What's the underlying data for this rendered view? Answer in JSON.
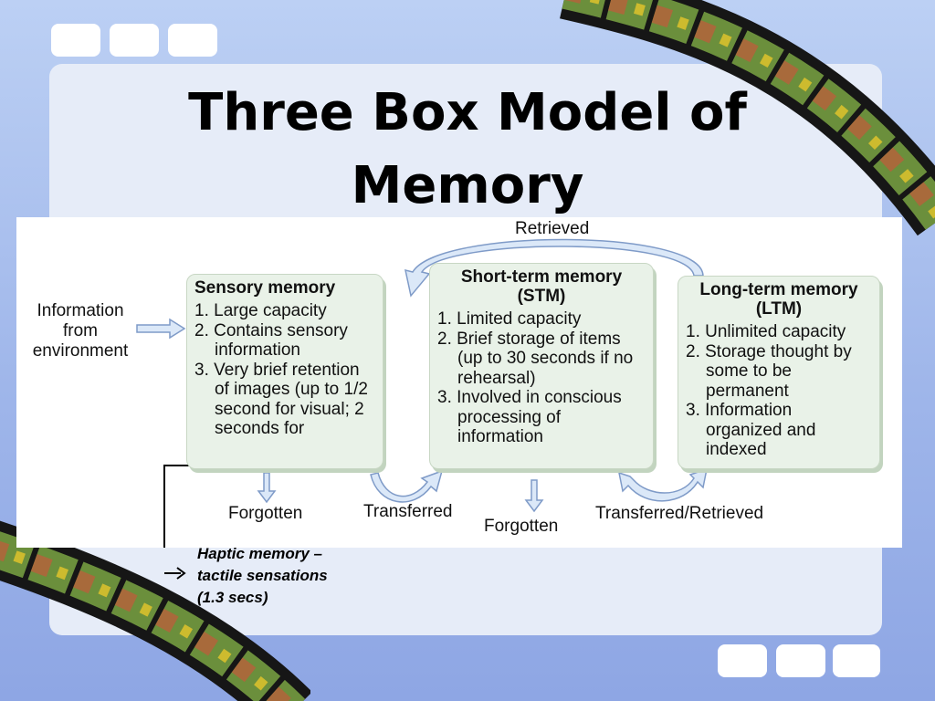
{
  "slide": {
    "title_line1": "Three Box Model of",
    "title_line2": "Memory",
    "note_line1": "Haptic memory –",
    "note_line2": "tactile sensations",
    "note_line3": "(1.3 secs)"
  },
  "diagram": {
    "input_label_line1": "Information",
    "input_label_line2": "from",
    "input_label_line3": "environment",
    "retrieved_label": "Retrieved",
    "forgotten_label_1": "Forgotten",
    "forgotten_label_2": "Forgotten",
    "transferred_label": "Transferred",
    "transferred_retrieved_label": "Transferred/Retrieved",
    "boxes": [
      {
        "title_line1": "Sensory memory",
        "title_line2": "",
        "items": [
          "1. Large capacity",
          "2. Contains sensory information",
          "3. Very brief retention of images (up to 1/2 second for visual; 2 seconds for"
        ]
      },
      {
        "title_line1": "Short-term memory",
        "title_line2": "(STM)",
        "items": [
          "1. Limited capacity",
          "2. Brief storage of items (up to 30 seconds if no rehearsal)",
          "3. Involved in conscious processing of information"
        ]
      },
      {
        "title_line1": "Long-term memory",
        "title_line2": "(LTM)",
        "items": [
          "1. Unlimited capacity",
          "2. Storage thought by some to be permanent",
          "3. Information organized and indexed"
        ]
      }
    ]
  },
  "colors": {
    "background": "#a9bfef",
    "panel": "#e6ecf8",
    "box_fill": "#e9f2e8",
    "arrow_fill": "#dbe8f8",
    "arrow_stroke": "#7f9bc8",
    "film": "#161616"
  },
  "icons": {
    "filmstrip_top": "filmstrip-photos-icon",
    "filmstrip_bottom": "filmstrip-photos-icon"
  }
}
